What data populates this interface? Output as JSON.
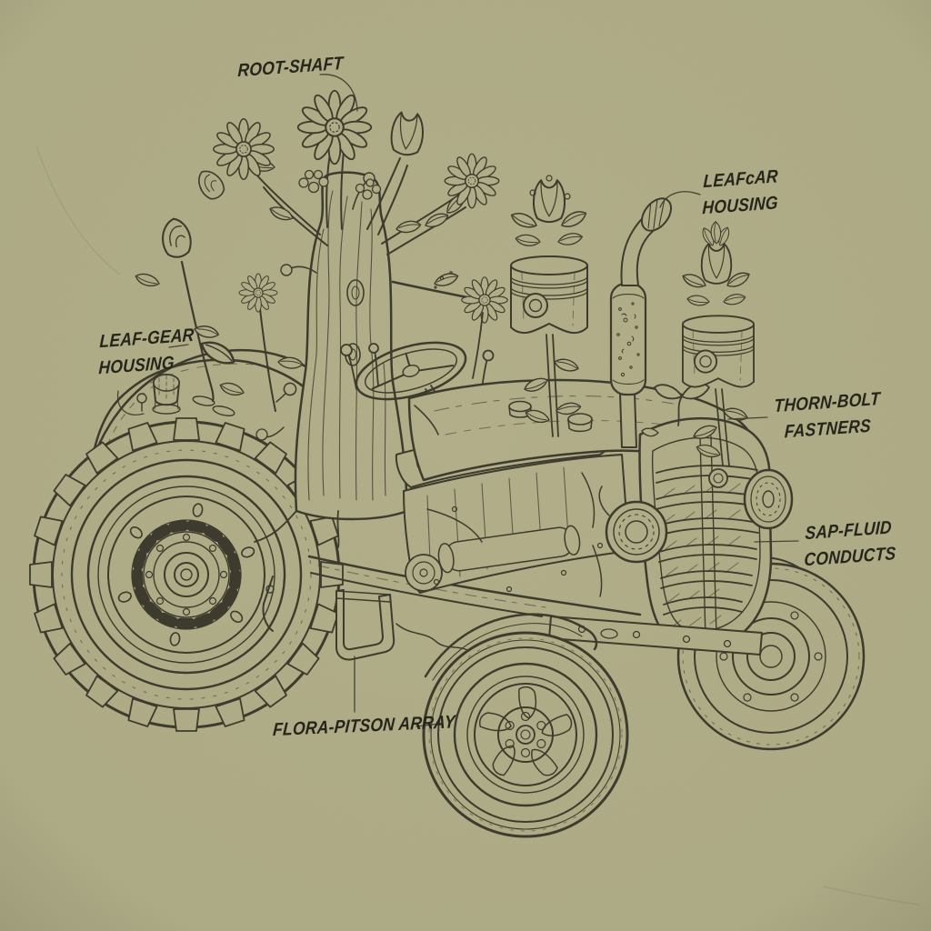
{
  "colors": {
    "paper": "#b3b08a",
    "ink": "#3b392b",
    "label_ink": "#26251b"
  },
  "labels": {
    "root_shaft": "ROOT-SHAFT",
    "leafcar_housing": {
      "line1": "LEAFcAR",
      "line2": "HOUSING"
    },
    "leaf_gear_housing": {
      "line1": "LEAF-GEAR",
      "line2": "HOUSING"
    },
    "thorn_bolt_fastners": {
      "line1": "THORN-BOLT",
      "line2": "FASTNERS"
    },
    "sap_fluid_conducts": {
      "line1": "SAP-FLUID",
      "line2": "CONDUCTS"
    },
    "flora_pitson_array": "FLORA-PITSON ARRAY"
  },
  "illustration": {
    "subject": "flower-powered vintage tractor drawn as a hand-inked technical diagram on olive paper",
    "parts": [
      "flowering-tree",
      "rear-wheel",
      "rear-fender",
      "leaf-gear-housing-canister",
      "engine-block",
      "steering-wheel",
      "hood",
      "radiator-grille",
      "headlight-left",
      "headlight-right",
      "front-axle",
      "front-wheel-near",
      "front-wheel-far",
      "exhaust-stack",
      "piston-flower-left",
      "piston-flower-right",
      "chassis-step"
    ]
  }
}
